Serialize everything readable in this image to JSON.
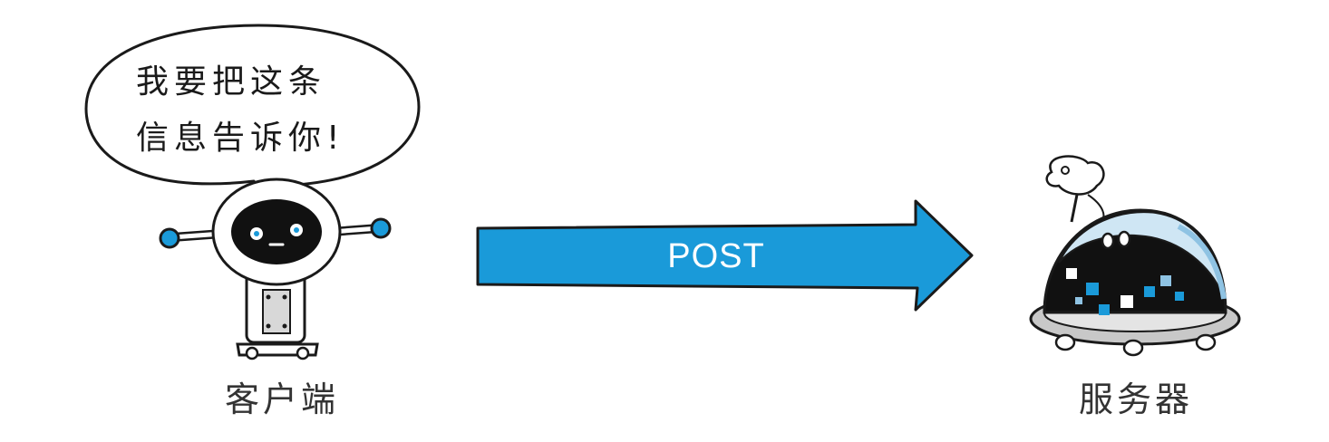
{
  "speech_bubble": {
    "line1": "我要把这条",
    "line2": "信息告诉你!"
  },
  "arrow": {
    "label": "POST",
    "color": "#1a9ad9"
  },
  "client": {
    "label": "客户端"
  },
  "server": {
    "label": "服务器"
  },
  "colors": {
    "accent_blue": "#1a9ad9",
    "robot_black": "#111111",
    "outline": "#1a1a1a"
  }
}
